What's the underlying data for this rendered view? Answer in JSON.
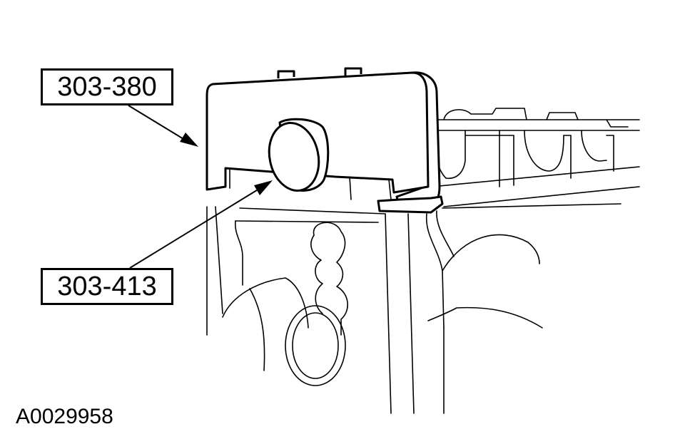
{
  "callouts": [
    {
      "label": "303-380"
    },
    {
      "label": "303-413"
    }
  ],
  "figure_id": "A0029958",
  "colors": {
    "line": "#000000",
    "background": "#ffffff"
  }
}
